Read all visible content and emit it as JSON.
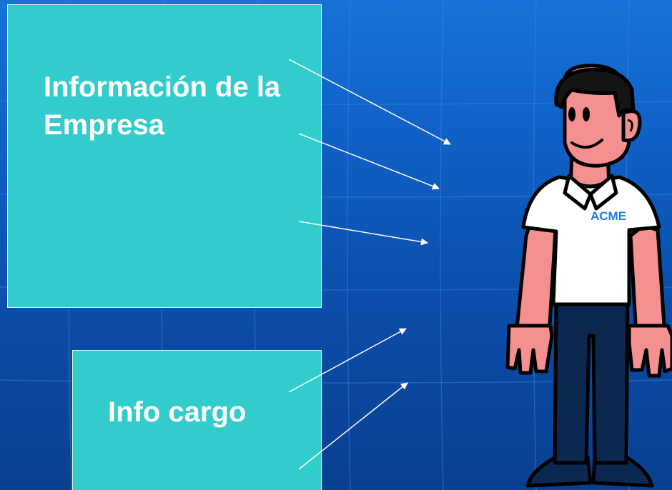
{
  "boxes": {
    "empresa_label": "Información de la Empresa",
    "cargo_label": "Info cargo"
  },
  "person": {
    "shirt_text": "ACME"
  },
  "colors": {
    "background": "#0b4ca8",
    "box_fill": "#33cccc",
    "arrow": "#ffffff",
    "skin": "#f4908f",
    "pants": "#0c2850",
    "shirt_text": "#1e7fe6"
  }
}
